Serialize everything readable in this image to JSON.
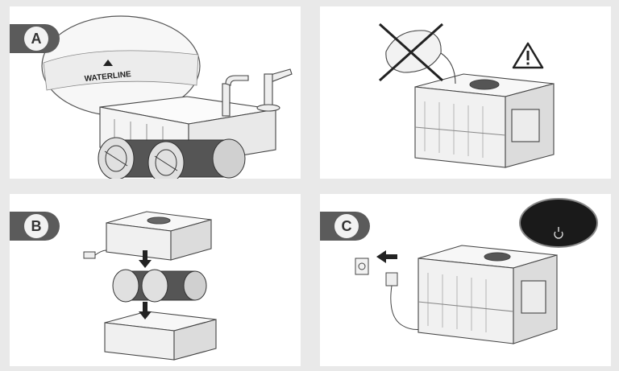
{
  "steps": {
    "a": {
      "label": "A",
      "waterline_text": "WATERLINE"
    },
    "b": {
      "label": "B"
    },
    "c": {
      "label": "C"
    }
  },
  "colors": {
    "background": "#e9e9e9",
    "panel": "#ffffff",
    "badge": "#5b5b5b",
    "line": "#333333"
  },
  "icons": [
    "no-tap-water-icon",
    "warning-icon",
    "power-icon",
    "arrow-down-icon",
    "arrow-left-icon"
  ]
}
